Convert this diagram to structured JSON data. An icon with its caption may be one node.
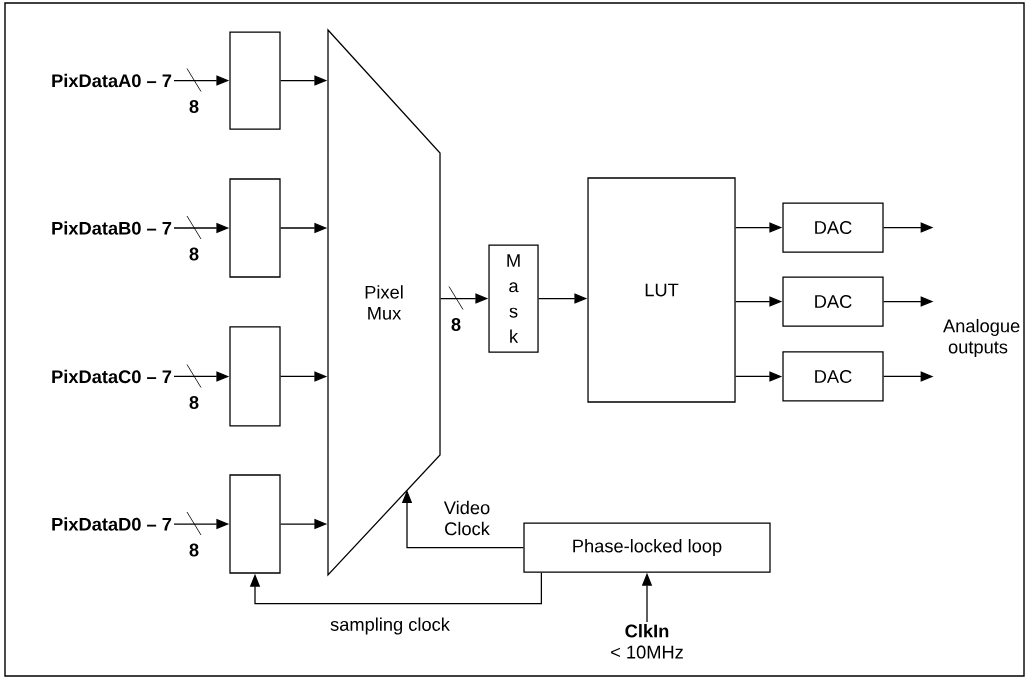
{
  "diagram": {
    "nodes": [
      {
        "text": [
          "PixDataA0 – 7"
        ]
      },
      {
        "text": [
          "PixDataB0 – 7"
        ]
      },
      {
        "text": [
          "PixDataC0 – 7"
        ]
      },
      {
        "text": [
          "PixDataD0 – 7"
        ]
      },
      {
        "text": [],
        "shape": "box"
      },
      {
        "text": [],
        "shape": "box"
      },
      {
        "text": [],
        "shape": "box"
      },
      {
        "text": [],
        "shape": "box"
      },
      {
        "text": [
          "Pixel Mux"
        ]
      },
      {
        "text": [
          "Mask"
        ]
      },
      {
        "text": [
          "LUT"
        ]
      },
      {
        "text": [
          "DAC"
        ]
      },
      {
        "text": [
          "DAC"
        ]
      },
      {
        "text": [
          "DAC"
        ]
      },
      {
        "text": [
          "Phase-locked loop"
        ]
      },
      {
        "text": [
          "ClkIn",
          "< 10MHz"
        ]
      }
    ],
    "edges": [
      {
        "from": 0,
        "to": 4,
        "arrow": "to",
        "label": "8"
      },
      {
        "from": 1,
        "to": 5,
        "arrow": "to",
        "label": "8"
      },
      {
        "from": 2,
        "to": 6,
        "arrow": "to",
        "label": "8"
      },
      {
        "from": 3,
        "to": 7,
        "arrow": "to",
        "label": "8"
      },
      {
        "from": 4,
        "to": 8,
        "arrow": "to"
      },
      {
        "from": 5,
        "to": 8,
        "arrow": "to"
      },
      {
        "from": 6,
        "to": 8,
        "arrow": "to"
      },
      {
        "from": 7,
        "to": 8,
        "arrow": "to"
      },
      {
        "from": 8,
        "to": 9,
        "arrow": "to",
        "label": "8"
      },
      {
        "from": 9,
        "to": 10,
        "arrow": "to"
      },
      {
        "from": 10,
        "to": 11,
        "arrow": "to"
      },
      {
        "from": 10,
        "to": 12,
        "arrow": "to"
      },
      {
        "from": 10,
        "to": 13,
        "arrow": "to"
      },
      {
        "from": 11,
        "to": null,
        "arrow": "to"
      },
      {
        "from": 12,
        "to": null,
        "arrow": "to"
      },
      {
        "from": 13,
        "to": null,
        "arrow": "to"
      },
      {
        "from": 14,
        "to": 8,
        "arrow": "to",
        "label": "Video Clock"
      },
      {
        "from": 14,
        "to": 7,
        "arrow": "to",
        "label": "sampling clock"
      },
      {
        "from": 15,
        "to": 14,
        "arrow": "to"
      }
    ],
    "labels": [
      "Analogue outputs"
    ]
  }
}
